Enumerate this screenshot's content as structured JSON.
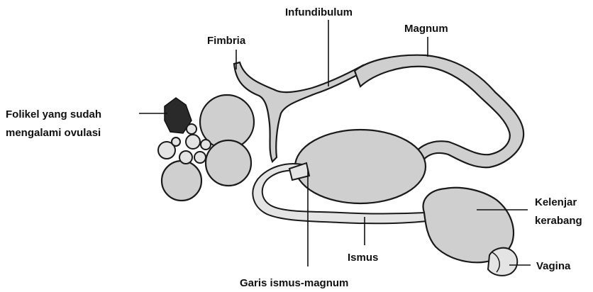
{
  "labels": {
    "infundibulum": "Infundibulum",
    "fimbria": "Fimbria",
    "magnum": "Magnum",
    "folikel_line1": "Folikel yang sudah",
    "folikel_line2": "mengalami ovulasi",
    "kelenjar_line1": "Kelenjar",
    "kelenjar_line2": "kerabang",
    "ismus": "Ismus",
    "vagina": "Vagina",
    "garis": "Garis ismus-magnum"
  }
}
